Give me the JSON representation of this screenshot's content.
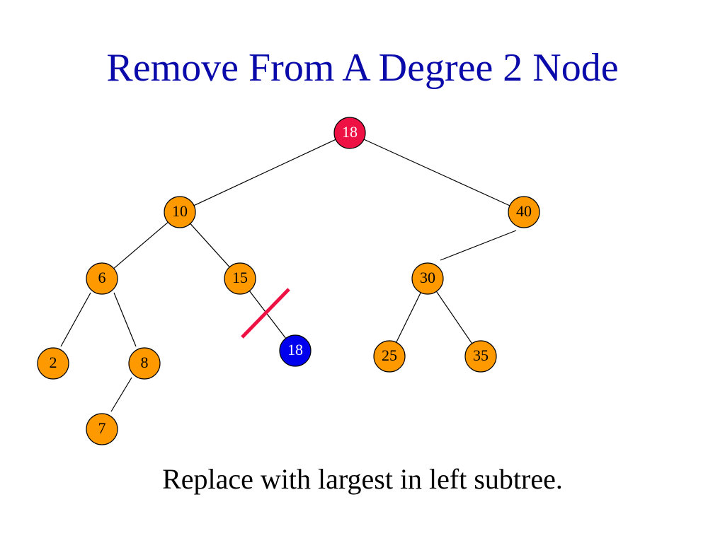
{
  "slide": {
    "title": "Remove From A Degree 2 Node",
    "caption": "Replace with largest in left subtree."
  },
  "colors": {
    "title": "#0A0AAA",
    "node_default": "#FF9900",
    "node_removed": "#EE1144",
    "node_replacement": "#0000EE",
    "cut_mark": "#EE1144",
    "edge": "#000000"
  },
  "tree": {
    "nodes": [
      {
        "id": "n18",
        "label": "18",
        "role": "removed"
      },
      {
        "id": "n10",
        "label": "10",
        "role": "default"
      },
      {
        "id": "n40",
        "label": "40",
        "role": "default"
      },
      {
        "id": "n6",
        "label": "6",
        "role": "default"
      },
      {
        "id": "n15",
        "label": "15",
        "role": "default"
      },
      {
        "id": "n30",
        "label": "30",
        "role": "default"
      },
      {
        "id": "n2",
        "label": "2",
        "role": "default"
      },
      {
        "id": "n8",
        "label": "8",
        "role": "default"
      },
      {
        "id": "n18b",
        "label": "18",
        "role": "replacement"
      },
      {
        "id": "n25",
        "label": "25",
        "role": "default"
      },
      {
        "id": "n35",
        "label": "35",
        "role": "default"
      },
      {
        "id": "n7",
        "label": "7",
        "role": "default"
      }
    ],
    "edges": [
      {
        "from": "n18",
        "to": "n10"
      },
      {
        "from": "n18",
        "to": "n40"
      },
      {
        "from": "n10",
        "to": "n6"
      },
      {
        "from": "n10",
        "to": "n15"
      },
      {
        "from": "n40",
        "to": "n30"
      },
      {
        "from": "n6",
        "to": "n2"
      },
      {
        "from": "n6",
        "to": "n8"
      },
      {
        "from": "n15",
        "to": "n18b"
      },
      {
        "from": "n30",
        "to": "n25"
      },
      {
        "from": "n30",
        "to": "n35"
      },
      {
        "from": "n8",
        "to": "n7"
      }
    ],
    "cut_edge": {
      "from": "n15",
      "to": "n18b"
    }
  }
}
